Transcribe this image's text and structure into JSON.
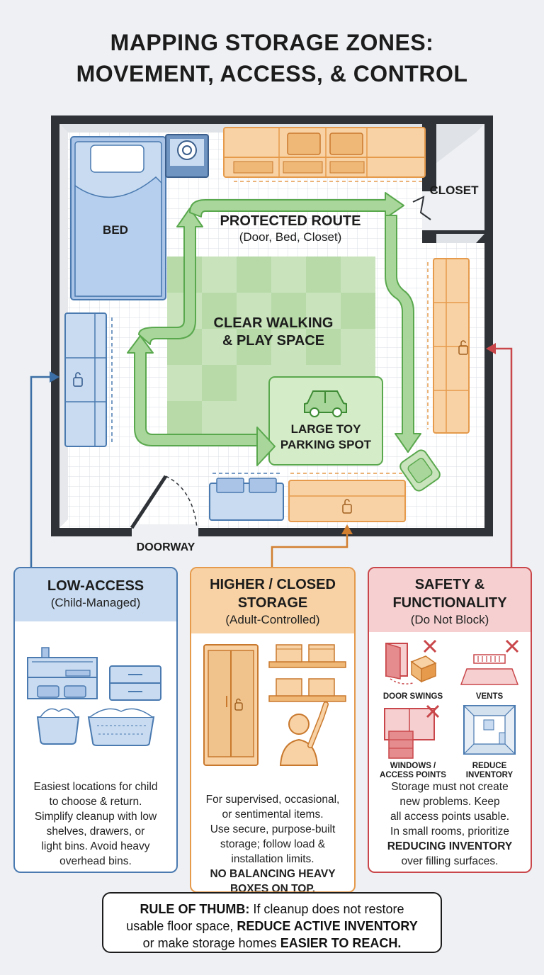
{
  "title": {
    "line1": "MAPPING STORAGE ZONES:",
    "line2": "MOVEMENT, ACCESS, & CONTROL"
  },
  "floorplan": {
    "bed_label": "BED",
    "closet_label": "CLOSET",
    "protected_route_title": "PROTECTED ROUTE",
    "protected_route_sub": "(Door, Bed, Closet)",
    "walking_line1": "CLEAR WALKING",
    "walking_line2": "& PLAY SPACE",
    "toy_line1": "LARGE TOY",
    "toy_line2": "PARKING SPOT",
    "doorway_label": "DOORWAY"
  },
  "panels": {
    "low": {
      "title": "LOW-ACCESS",
      "subtitle": "(Child-Managed)",
      "body": [
        "Easiest locations for child",
        "to choose & return.",
        "Simplify cleanup with low",
        "shelves, drawers, or",
        "light bins. Avoid heavy",
        "overhead bins."
      ],
      "color": "#4a7ab0"
    },
    "high": {
      "title_line1": "HIGHER / CLOSED",
      "title_line2": "STORAGE",
      "subtitle": "(Adult-Controlled)",
      "body": [
        "For supervised, occasional,",
        "or sentimental items.",
        "Use secure, purpose-built",
        "storage; follow load &",
        "installation limits."
      ],
      "bold_line1": "NO BALANCING HEAVY",
      "bold_line2": "BOXES ON TOP.",
      "color": "#e59a4c"
    },
    "safety": {
      "title_line1": "SAFETY &",
      "title_line2": "FUNCTIONALITY",
      "subtitle": "(Do Not Block)",
      "icons": {
        "door": "DOOR SWINGS",
        "vents": "VENTS",
        "windows_line1": "WINDOWS /",
        "windows_line2": "ACCESS POINTS",
        "reduce_line1": "REDUCE",
        "reduce_line2": "INVENTORY"
      },
      "body": [
        "Storage must not create",
        "new problems. Keep",
        "all access points usable.",
        "In small rooms, prioritize"
      ],
      "bold": "REDUCING INVENTORY",
      "body_end": "over filling surfaces.",
      "color": "#c9474a"
    }
  },
  "rule": {
    "lead": "RULE OF THUMB:",
    "text1": " If cleanup does not restore",
    "text2a": "usable floor space, ",
    "bold2": "REDUCE ACTIVE INVENTORY",
    "text3a": "or make storage homes ",
    "bold3": "EASIER TO REACH."
  },
  "colors": {
    "blue_fill": "#c8dbf0",
    "blue_stroke": "#4a7ab0",
    "orange_fill": "#f8d2a4",
    "orange_stroke": "#e59a4c",
    "green_fill": "#a9d79b",
    "green_stroke": "#5aa84e",
    "red": "#c9474a"
  }
}
